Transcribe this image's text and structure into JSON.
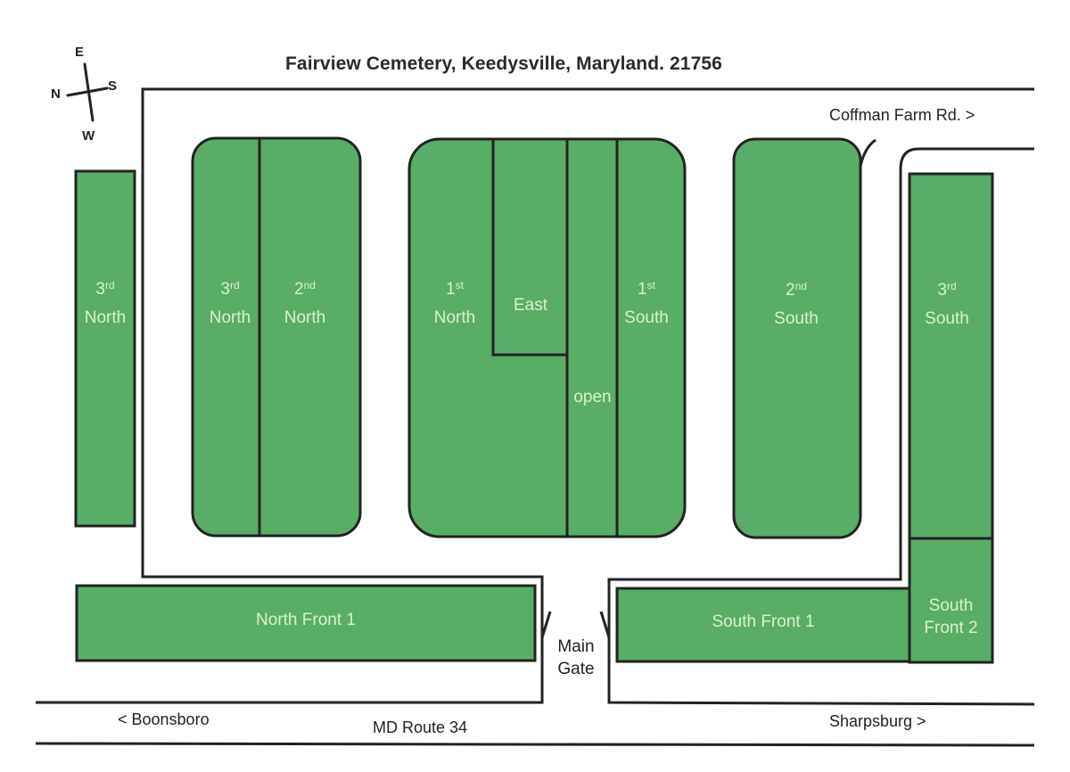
{
  "title": "Fairview Cemetery, Keedysville, Maryland. 21756",
  "compass": {
    "north": "N",
    "east": "E",
    "south": "S",
    "west": "W"
  },
  "roads": {
    "coffman": "Coffman Farm Rd. >",
    "boonsboro": "< Boonsboro",
    "route": "MD Route 34",
    "sharpsburg": "Sharpsburg >"
  },
  "gate": {
    "line1": "Main",
    "line2": "Gate"
  },
  "colors": {
    "plot_fill": "#58ad67",
    "plot_stroke": "#222222",
    "plot_text": "#d8f3d0"
  },
  "sections": {
    "north3_outer": {
      "num": "3",
      "suffix": "rd",
      "name": "North"
    },
    "north3_inner": {
      "num": "3",
      "suffix": "rd",
      "name": "North"
    },
    "north2": {
      "num": "2",
      "suffix": "nd",
      "name": "North"
    },
    "north1": {
      "num": "1",
      "suffix": "st",
      "name": "North"
    },
    "east": {
      "name": "East"
    },
    "open": {
      "name": "open"
    },
    "south1": {
      "num": "1",
      "suffix": "st",
      "name": "South"
    },
    "south2": {
      "num": "2",
      "suffix": "nd",
      "name": "South"
    },
    "south3": {
      "num": "3",
      "suffix": "rd",
      "name": "South"
    },
    "north_front1": {
      "name": "North Front 1"
    },
    "south_front1": {
      "name": "South Front 1"
    },
    "south_front2": {
      "line1": "South",
      "line2": "Front 2"
    }
  }
}
